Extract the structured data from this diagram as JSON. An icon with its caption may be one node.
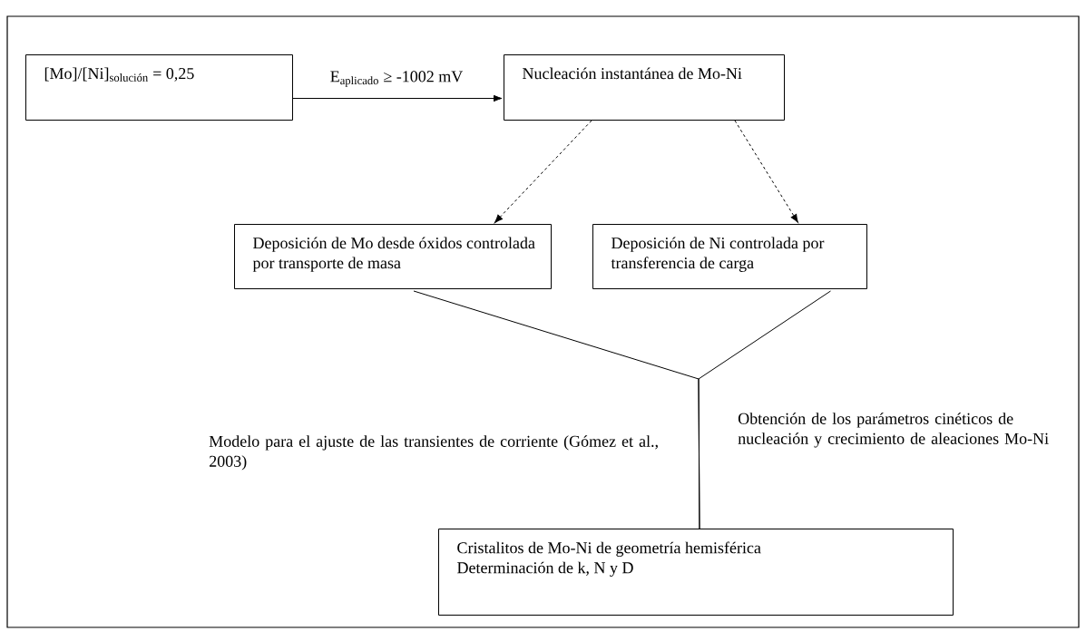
{
  "diagram": {
    "nodes": [
      {
        "text": [
          "[Mo]/[Ni]$_{solución}$ = 0,25"
        ]
      },
      {
        "text": [
          "Nucleación instantánea de Mo-Ni"
        ]
      },
      {
        "text": [
          "Deposición de Mo desde óxidos controlada por transporte de masa"
        ]
      },
      {
        "text": [
          "Deposición de Ni controlada por transferencia de carga"
        ]
      },
      {
        "text": [
          "Cristalitos de Mo-Ni de geometría hemisférica",
          "Determinación de k, N y D"
        ]
      }
    ],
    "edges": [
      {
        "from": 0,
        "to": 1,
        "arrow": "to",
        "label": "E$_{aplicado}$ ≥ -1002 mV"
      },
      {
        "from": 1,
        "to": 2,
        "arrow": "to",
        "style": "dashed"
      },
      {
        "from": 1,
        "to": 3,
        "arrow": "to",
        "style": "dashed"
      },
      {
        "from": 2,
        "to": 4,
        "arrow": "none"
      },
      {
        "from": 3,
        "to": 4,
        "arrow": "none"
      }
    ],
    "labels": [
      "Modelo para el ajuste de las transientes de corriente (Gómez et al., 2003)",
      "Obtención de los parámetros cinéticos de nucleación y crecimiento de aleaciones Mo-Ni"
    ]
  }
}
